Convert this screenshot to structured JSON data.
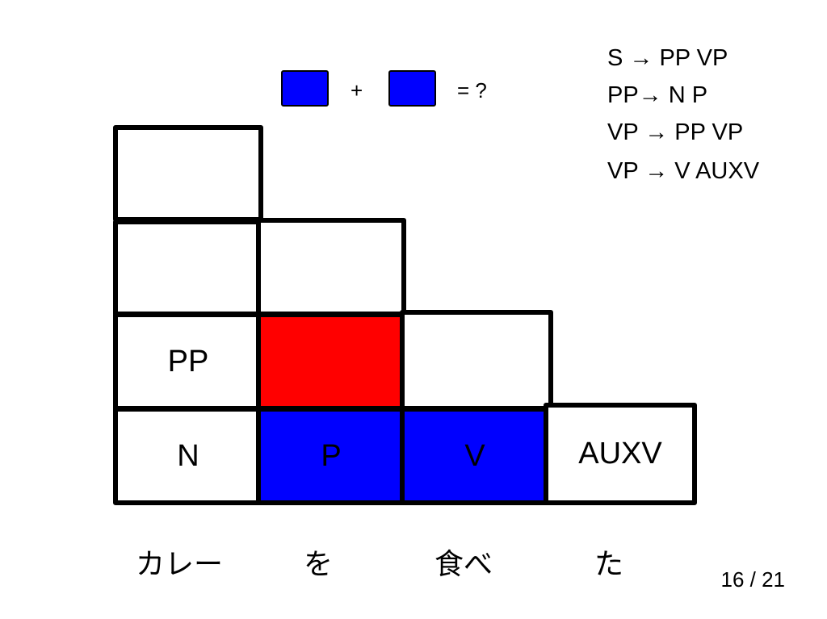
{
  "legend": {
    "plus": "+",
    "equals": "= ?",
    "box_color": "#0000ff"
  },
  "rules": [
    "S → PP VP",
    "PP→ N P",
    "VP → PP VP",
    "VP → V AUXV"
  ],
  "chart": {
    "row1": [
      "",
      "",
      "V",
      "AUXV"
    ],
    "bottom_row": [
      "N",
      "P",
      "V",
      "AUXV"
    ],
    "row2": [
      "PP",
      "",
      ""
    ],
    "row3": [
      "",
      ""
    ],
    "row4": [
      ""
    ]
  },
  "cells": {
    "r1c1": "N",
    "r1c2": "P",
    "r1c3": "V",
    "r1c4": "AUXV",
    "r2c1": "PP",
    "r2c2": "",
    "r2c3": "",
    "r3c1": "",
    "r3c2": "",
    "r4c1": ""
  },
  "words": [
    "カレー",
    "を",
    "食べ",
    "た"
  ],
  "page": "16 / 21",
  "colors": {
    "highlight_result": "#ff0000",
    "highlight_inputs": "#0000ff"
  }
}
